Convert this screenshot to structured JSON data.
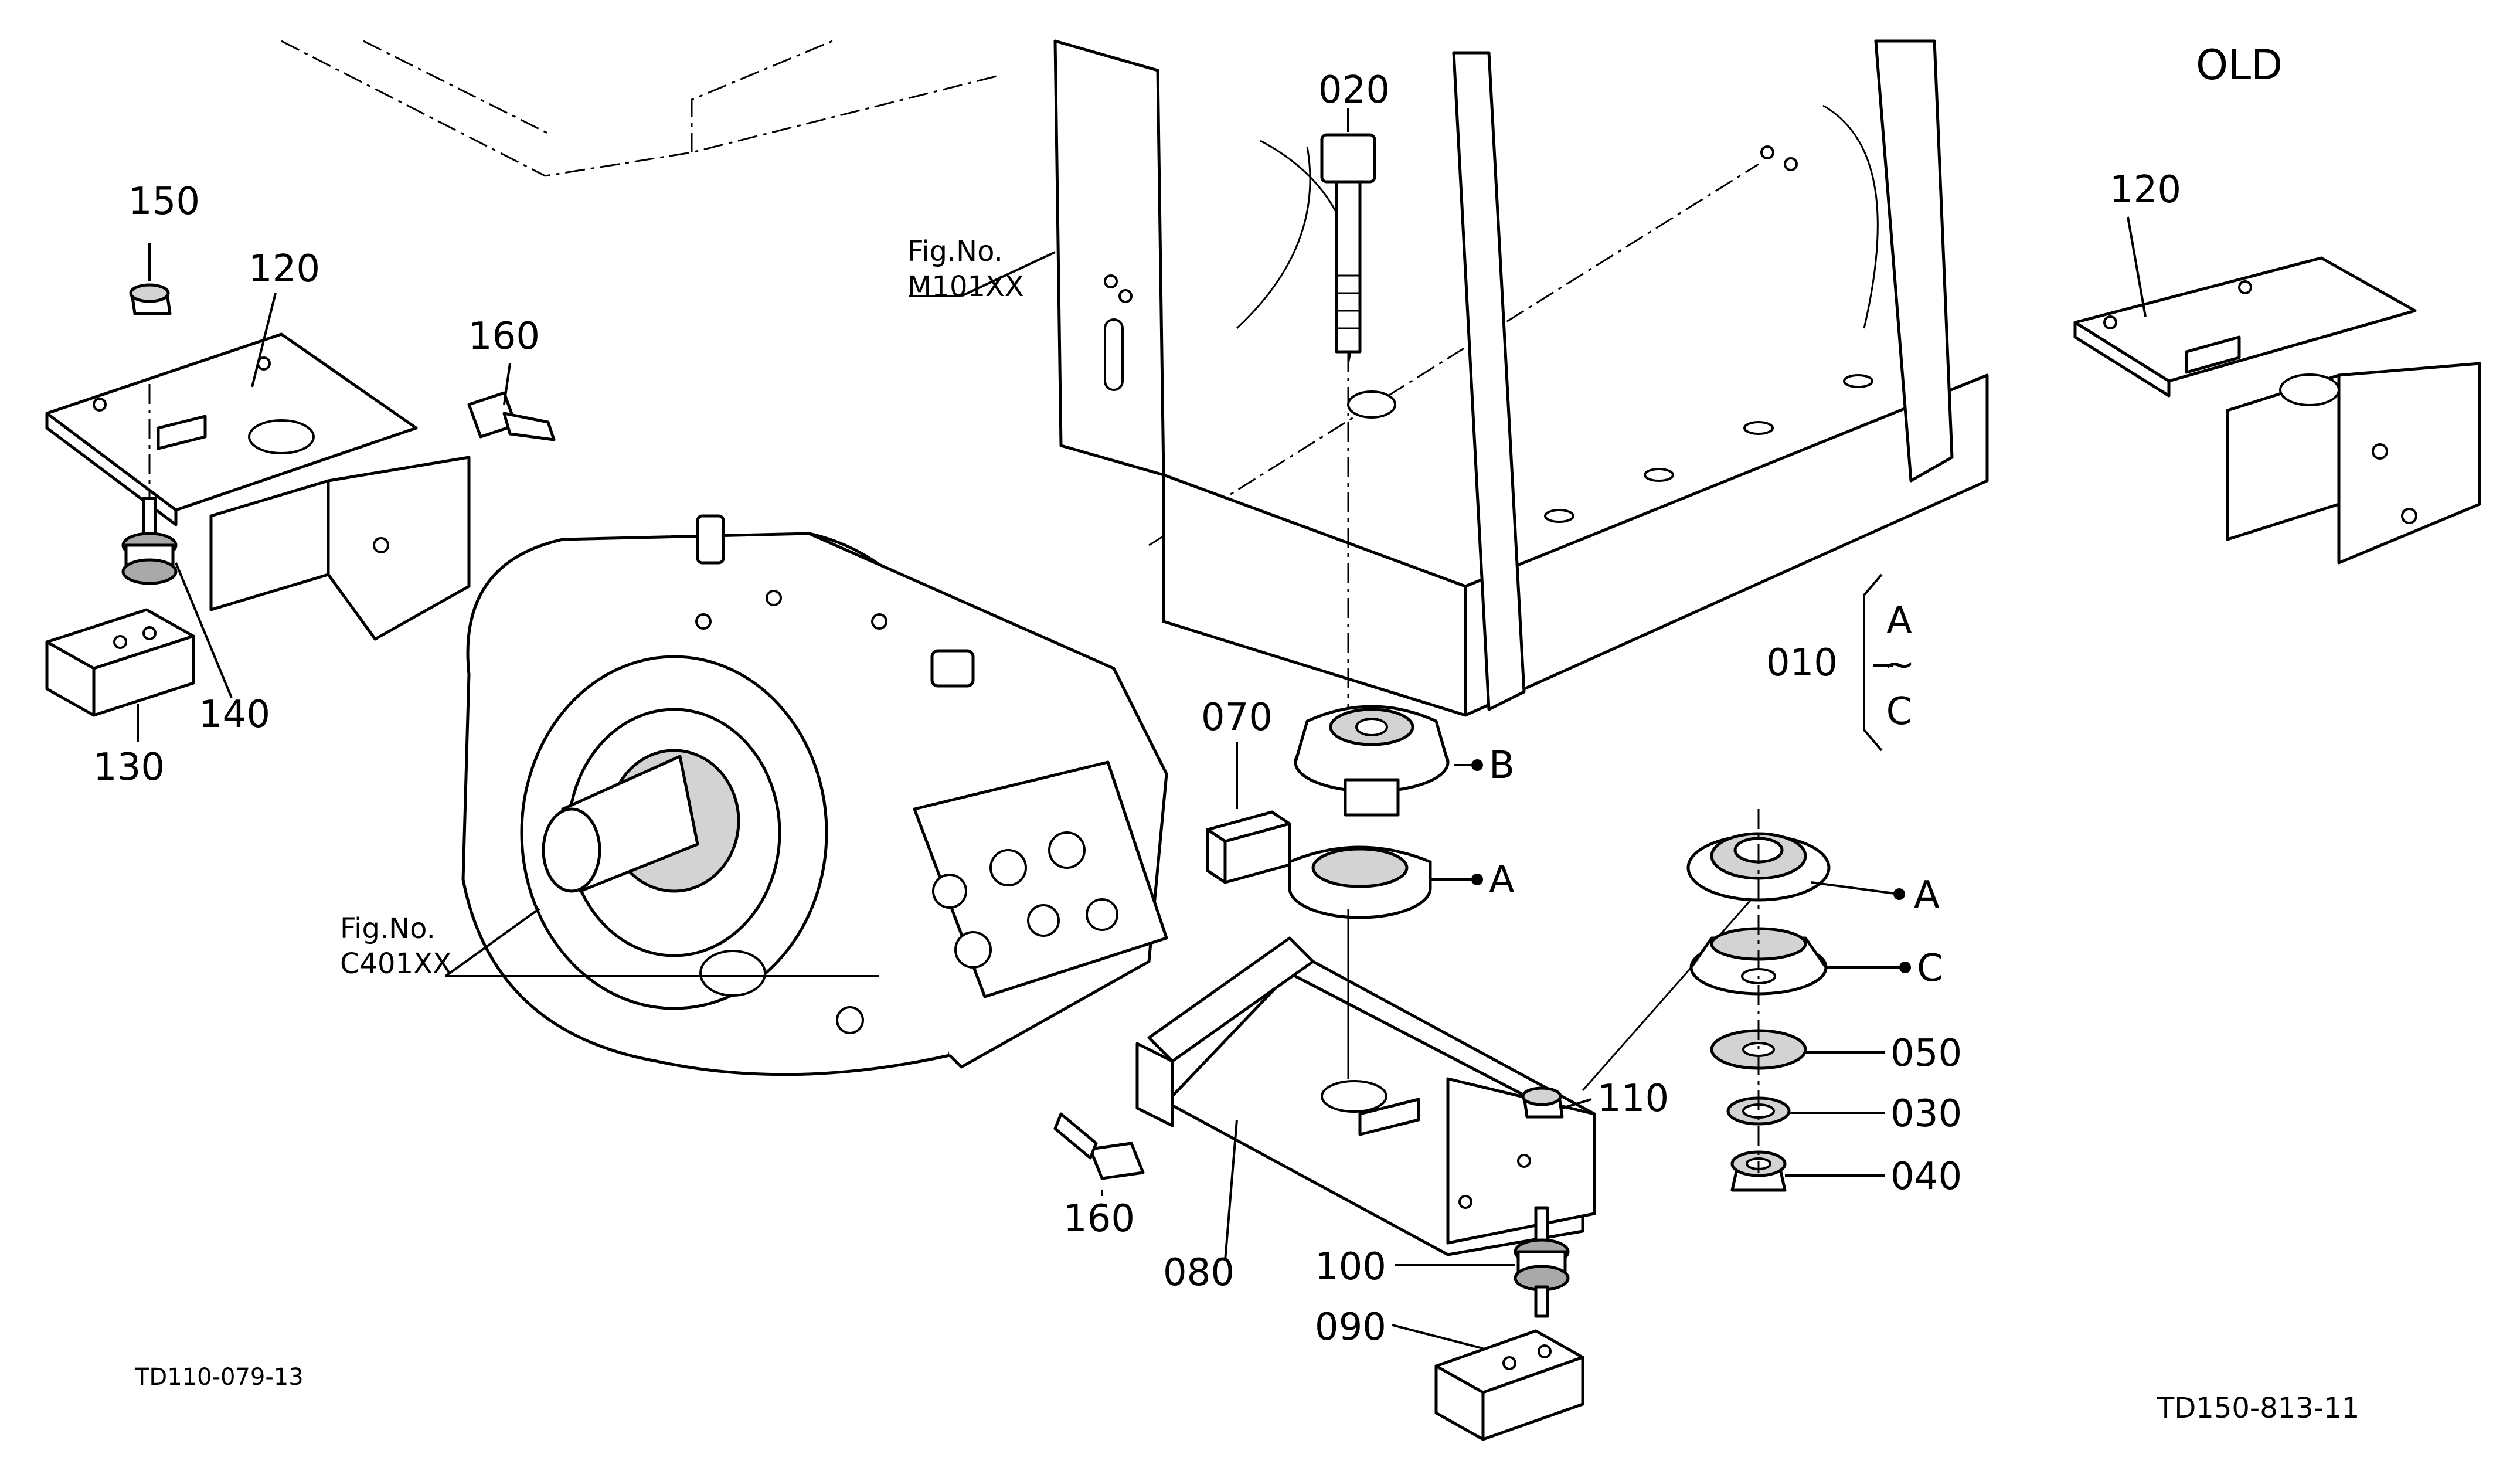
{
  "header": {
    "variant_label": "OLD"
  },
  "references": [
    {
      "key": "fig_m101",
      "line1": "Fig.No.",
      "line2": "M101XX"
    },
    {
      "key": "fig_c401",
      "line1": "Fig.No.",
      "line2": "C401XX"
    }
  ],
  "part_numbers": {
    "p010": "010",
    "p020": "020",
    "p030": "030",
    "p040": "040",
    "p050": "050",
    "p070": "070",
    "p080": "080",
    "p090": "090",
    "p100": "100",
    "p110": "110",
    "p120": "120",
    "p120_old": "120",
    "p130": "130",
    "p140": "140",
    "p150": "150",
    "p160_top": "160",
    "p160_bottom": "160"
  },
  "bracket_group": {
    "start": "A",
    "tilde": "~",
    "end": "C"
  },
  "variant_markers": {
    "upper_b": "B",
    "upper_a": "A",
    "right_a": "A",
    "right_c": "C"
  },
  "codes": {
    "left_code": "TD110-079-13",
    "right_code": "TD150-813-11"
  },
  "colors": {
    "line": "#000000",
    "shade_light": "#d3d3d3",
    "shade_dark": "#a9a9a9",
    "background": "#ffffff"
  }
}
